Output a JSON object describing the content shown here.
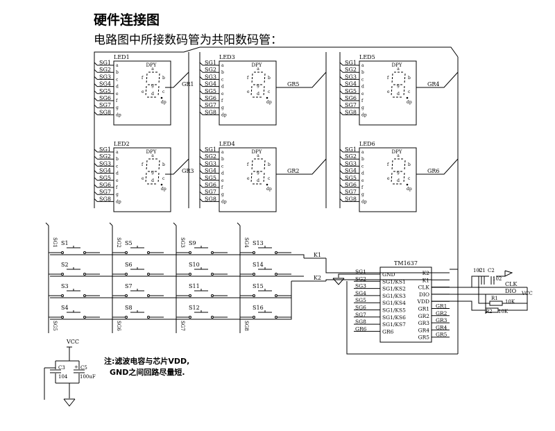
{
  "title": "硬件连接图",
  "subtitle": "电路图中所接数码管为共阳数码管：",
  "note": {
    "line1": "注:滤波电容与芯片VDD,",
    "line2": "GND之间回路尽量短."
  },
  "led_pins": [
    "SG1",
    "SG2",
    "SG3",
    "SG4",
    "SG5",
    "SG6",
    "SG7",
    "SG8"
  ],
  "seg_letters": [
    "a",
    "b",
    "c",
    "d",
    "e",
    "f",
    "g",
    "dp"
  ],
  "led_header": "DPY",
  "leds": [
    {
      "name": "LED1",
      "gr": "GR1"
    },
    {
      "name": "LED2",
      "gr": "GR3"
    },
    {
      "name": "LED3",
      "gr": "GR5"
    },
    {
      "name": "LED4",
      "gr": "GR2"
    },
    {
      "name": "LED5",
      "gr": "GR4"
    },
    {
      "name": "LED6",
      "gr": "GR6"
    }
  ],
  "switch_columns": [
    "SG1",
    "SG2",
    "SG3",
    "SG4"
  ],
  "switch_columns_bottom": [
    "SG5",
    "SG6",
    "SG7",
    "SG8"
  ],
  "switches": [
    [
      "S1",
      "S5",
      "S9",
      "S13"
    ],
    [
      "S2",
      "S6",
      "S10",
      "S14"
    ],
    [
      "S3",
      "S7",
      "S11",
      "S15"
    ],
    [
      "S4",
      "S8",
      "S12",
      "S16"
    ]
  ],
  "k_lines": [
    "K1",
    "K2"
  ],
  "chip": {
    "name": "TM1637",
    "left_pins": [
      "GND",
      "SG1/KS1",
      "SG1/KS2",
      "SG1/KS3",
      "SG1/KS4",
      "SG1/KS5",
      "SG1/KS6",
      "SG1/KS7",
      "GR6"
    ],
    "right_pins": [
      "K2",
      "K1",
      "CLK",
      "DIO",
      "VDD",
      "GR1",
      "GR2",
      "GR3",
      "GR4",
      "GR5"
    ],
    "left_nets": [
      "SG1",
      "SG2",
      "SG3",
      "SG4",
      "SG5",
      "SG6",
      "SG7",
      "SG8",
      "GR6"
    ],
    "right_nets": [
      "K2",
      "K1",
      "",
      "",
      "",
      "GR1",
      "GR2",
      "GR3",
      "GR4",
      "GR5"
    ]
  },
  "peripherals": {
    "c1": "C1",
    "c1_val": "102",
    "c2": "C2",
    "c2_val": "102",
    "r1": "R1",
    "r1_val": "10K",
    "r2": "R2",
    "r2_val": "10K",
    "clk": "CLK",
    "dio": "DIO",
    "vcc": "VCC"
  },
  "caps": {
    "vcc": "VCC",
    "c3": "C3",
    "c3_val": "104",
    "c5": "C5",
    "c5_val": "100uF"
  }
}
